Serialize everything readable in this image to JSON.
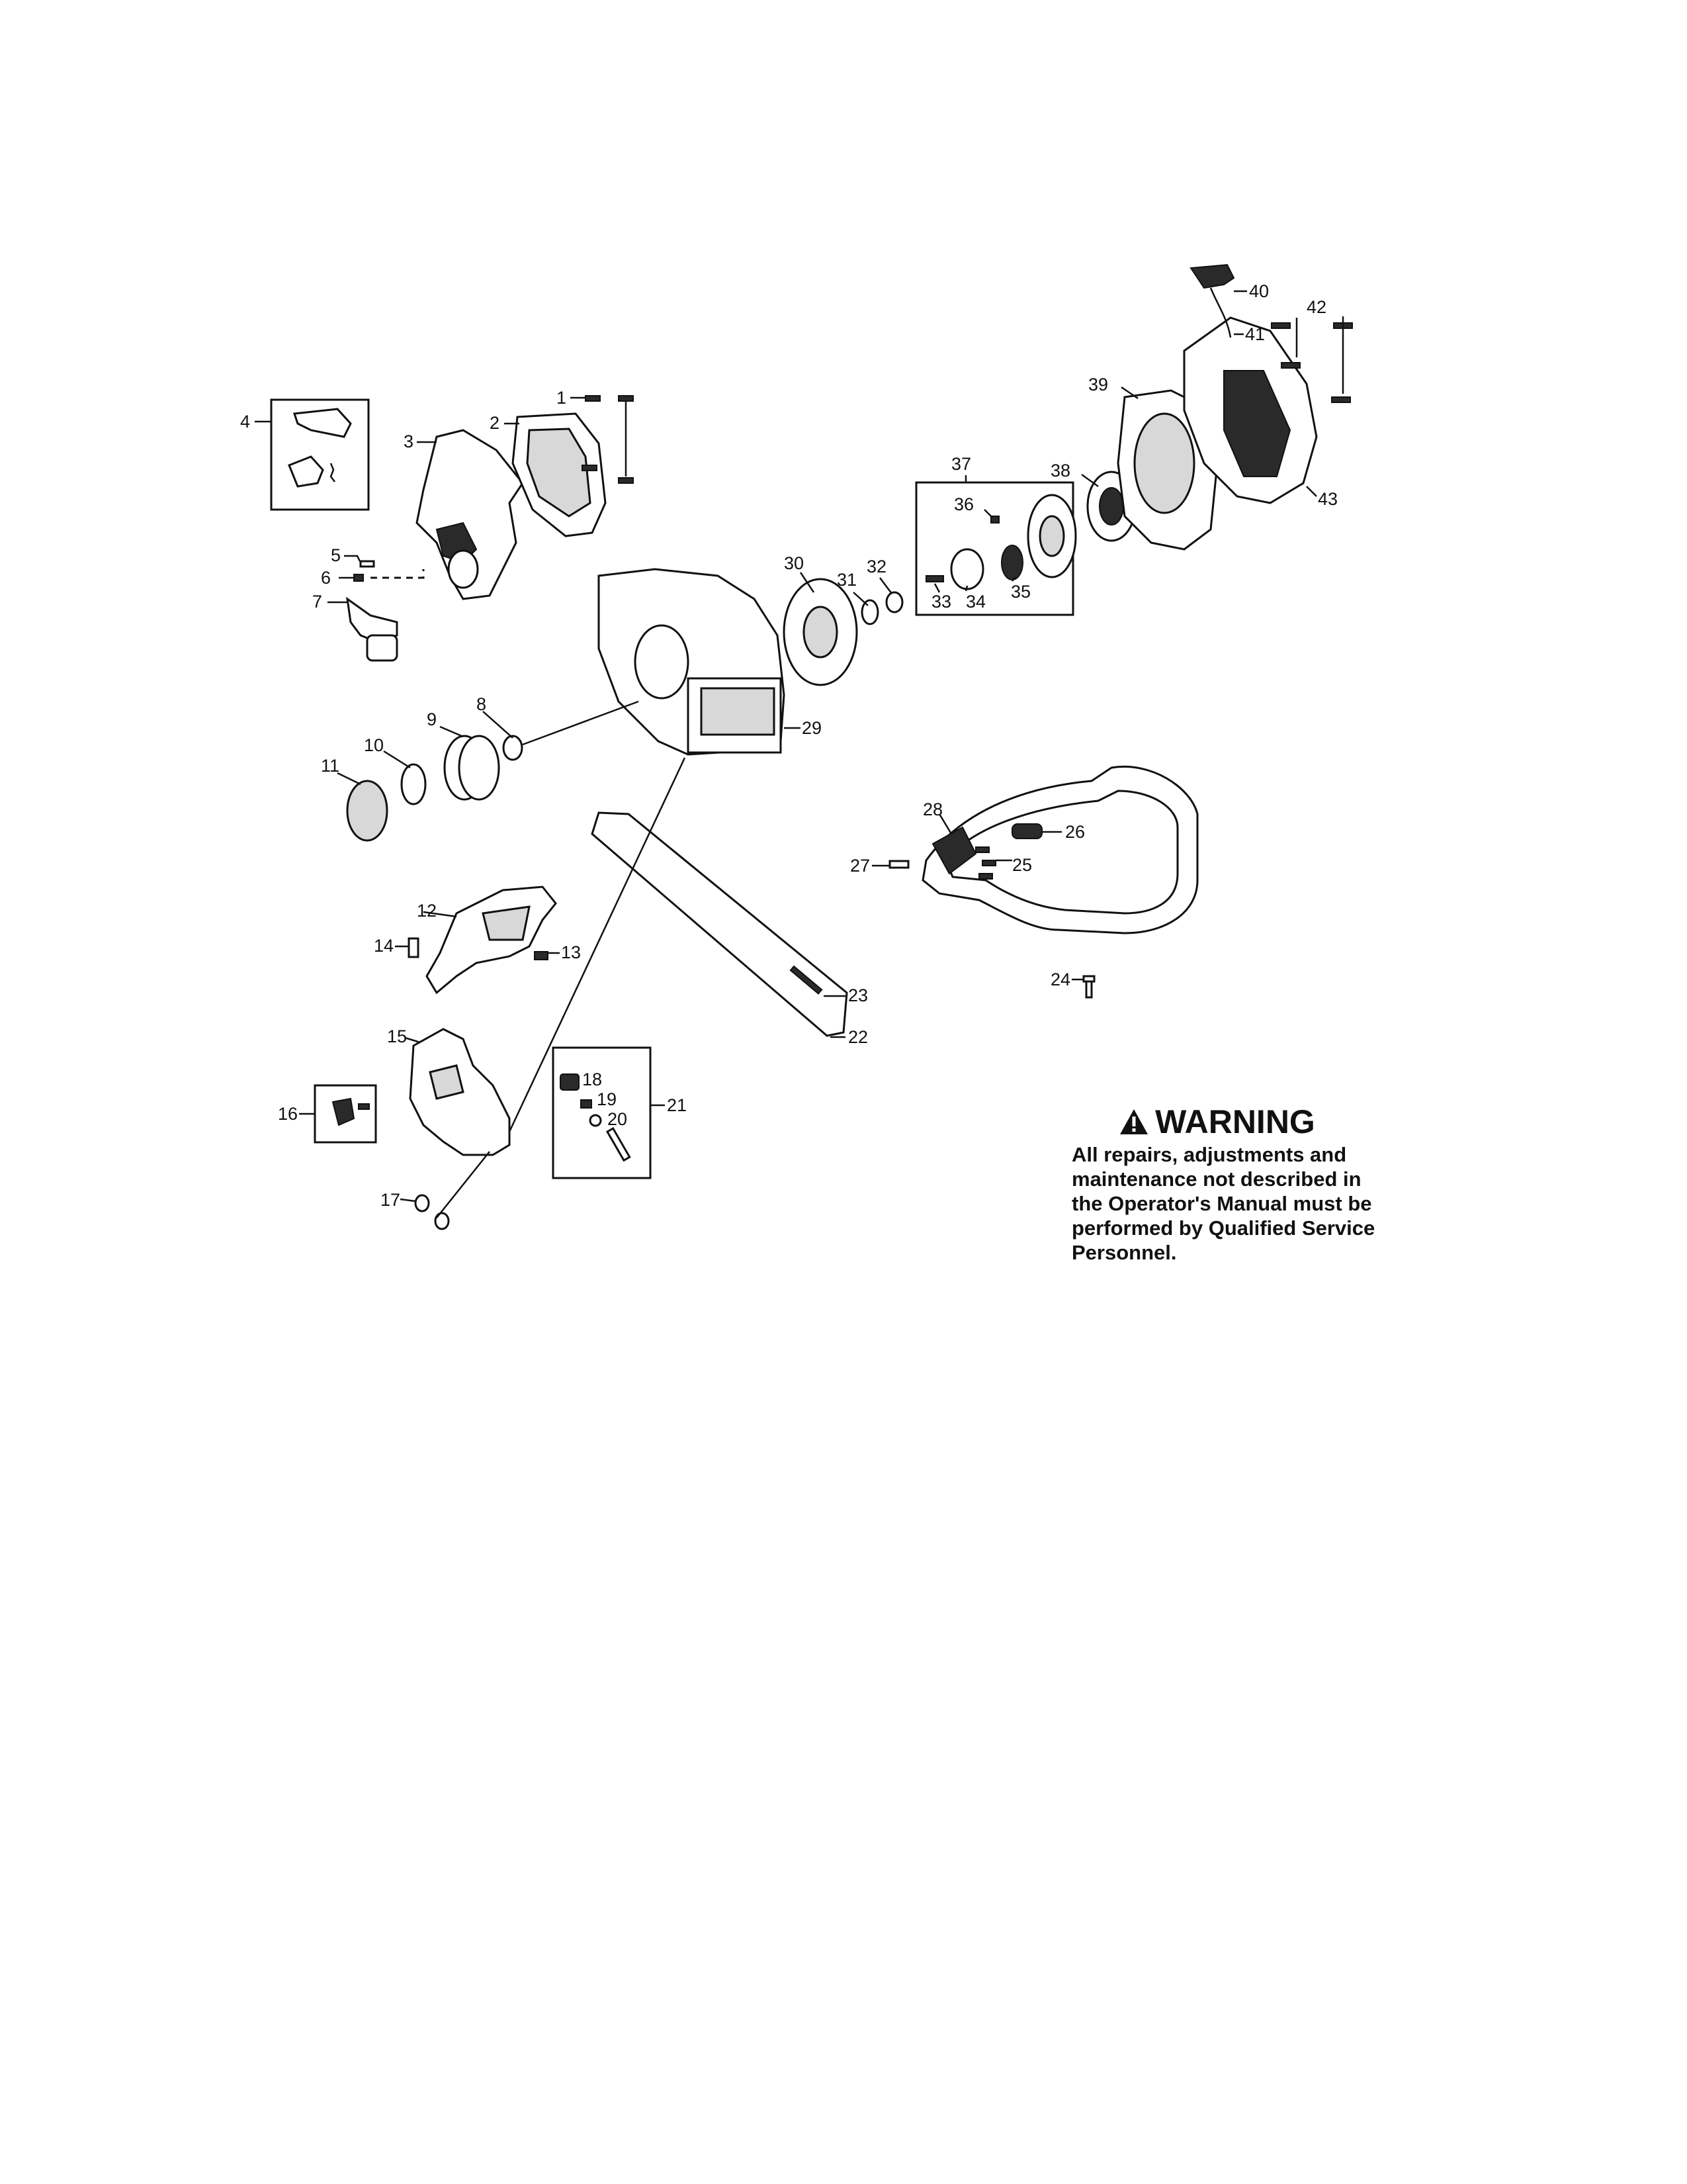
{
  "callouts": [
    {
      "n": "1"
    },
    {
      "n": "2"
    },
    {
      "n": "3"
    },
    {
      "n": "4"
    },
    {
      "n": "5"
    },
    {
      "n": "6"
    },
    {
      "n": "7"
    },
    {
      "n": "8"
    },
    {
      "n": "9"
    },
    {
      "n": "10"
    },
    {
      "n": "11"
    },
    {
      "n": "12"
    },
    {
      "n": "13"
    },
    {
      "n": "14"
    },
    {
      "n": "15"
    },
    {
      "n": "16"
    },
    {
      "n": "17"
    },
    {
      "n": "18"
    },
    {
      "n": "19"
    },
    {
      "n": "20"
    },
    {
      "n": "21"
    },
    {
      "n": "22"
    },
    {
      "n": "23"
    },
    {
      "n": "24"
    },
    {
      "n": "25"
    },
    {
      "n": "26"
    },
    {
      "n": "27"
    },
    {
      "n": "28"
    },
    {
      "n": "29"
    },
    {
      "n": "30"
    },
    {
      "n": "31"
    },
    {
      "n": "32"
    },
    {
      "n": "33"
    },
    {
      "n": "34"
    },
    {
      "n": "35"
    },
    {
      "n": "36"
    },
    {
      "n": "37"
    },
    {
      "n": "38"
    },
    {
      "n": "39"
    },
    {
      "n": "40"
    },
    {
      "n": "41"
    },
    {
      "n": "42"
    },
    {
      "n": "43"
    }
  ],
  "warning": {
    "icon": "warning-triangle-icon",
    "title": "WARNING",
    "text": "All repairs, adjustments and\nmaintenance not described in\nthe Operator's Manual must be\nperformed by Qualified Service\nPersonnel."
  }
}
